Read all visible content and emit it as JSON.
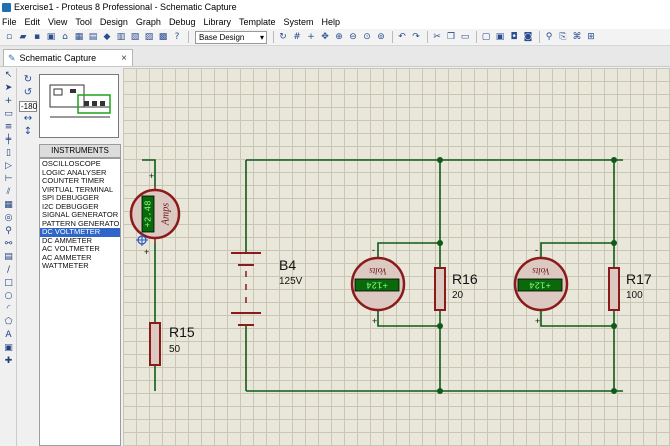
{
  "window": {
    "title": "Exercise1 - Proteus 8 Professional - Schematic Capture"
  },
  "menu": [
    "File",
    "Edit",
    "View",
    "Tool",
    "Design",
    "Graph",
    "Debug",
    "Library",
    "Template",
    "System",
    "Help"
  ],
  "toolbar": {
    "design_select": "Base Design"
  },
  "tab": {
    "label": "Schematic Capture"
  },
  "rotation": {
    "angle": "-180"
  },
  "instruments": {
    "header": "INSTRUMENTS",
    "items": [
      "OSCILLOSCOPE",
      "LOGIC ANALYSER",
      "COUNTER TIMER",
      "VIRTUAL TERMINAL",
      "SPI DEBUGGER",
      "I2C DEBUGGER",
      "SIGNAL GENERATOR",
      "PATTERN GENERATO",
      "DC VOLTMETER",
      "DC AMMETER",
      "AC VOLTMETER",
      "AC AMMETER",
      "WATTMETER"
    ],
    "selected": "DC VOLTMETER"
  },
  "schematic": {
    "ammeter": {
      "reading": "+2.48",
      "unit": "Amps"
    },
    "battery": {
      "ref": "B4",
      "value": "125V"
    },
    "voltmeter1": {
      "reading": "+124",
      "unit": "Volts"
    },
    "voltmeter2": {
      "reading": "+124",
      "unit": "Volts"
    },
    "r15": {
      "ref": "R15",
      "value": "50"
    },
    "r16": {
      "ref": "R16",
      "value": "20"
    },
    "r17": {
      "ref": "R17",
      "value": "100"
    },
    "plus": "+"
  },
  "colors": {
    "wire": "#0f5a16",
    "component": "#8b1a1a",
    "meter_face": "#dcc9c2",
    "display": "#0a6a0a",
    "selection": "#3166c9"
  }
}
